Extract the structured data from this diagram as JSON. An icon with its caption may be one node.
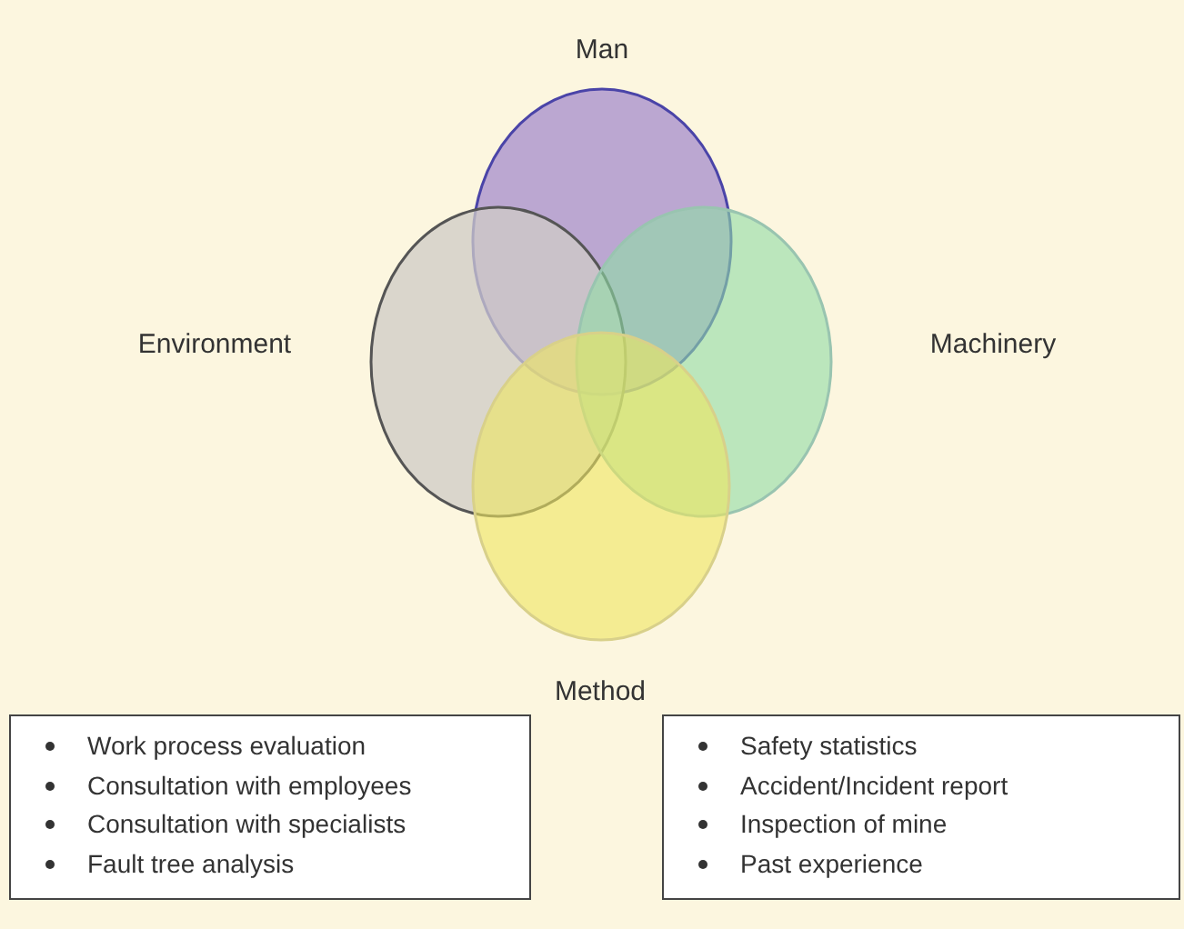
{
  "diagram": {
    "nodes": [
      {
        "text": [
          "Man"
        ]
      },
      {
        "text": [
          "Environment"
        ]
      },
      {
        "text": [
          "Machinery"
        ]
      },
      {
        "text": [
          "Method"
        ]
      },
      {
        "text": [
          "Work process evaluation",
          "Consultation with employees",
          "Consultation with specialists",
          "Fault tree analysis"
        ]
      },
      {
        "text": [
          "Safety statistics",
          "Accident/Incident report",
          "Inspection of mine",
          "Past experience"
        ]
      }
    ],
    "edges": []
  }
}
